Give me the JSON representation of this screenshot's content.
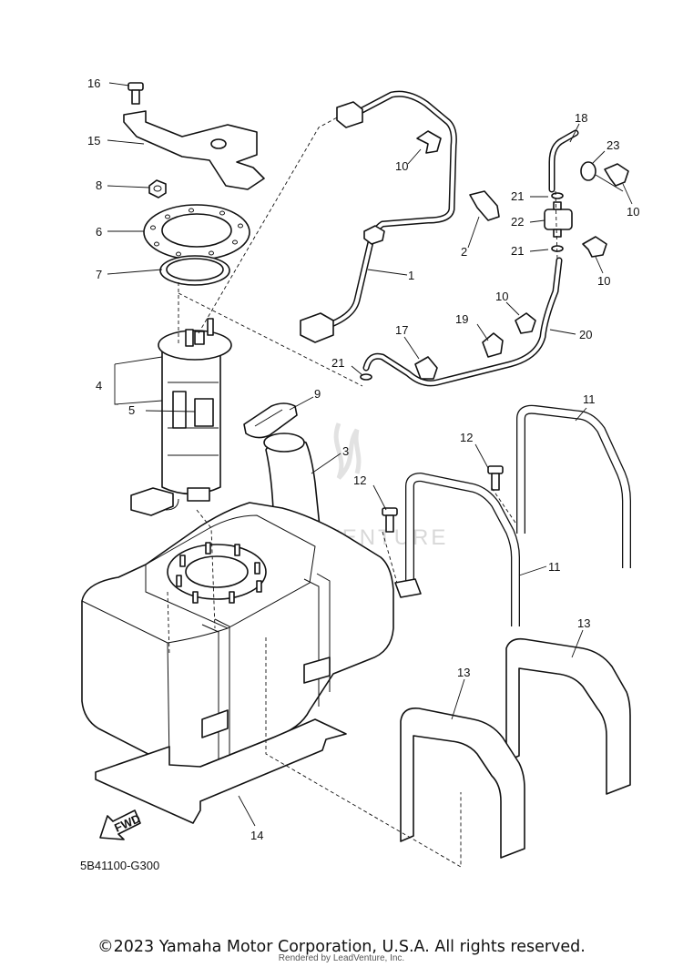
{
  "diagram": {
    "callouts": [
      "1",
      "2",
      "3",
      "4",
      "5",
      "6",
      "7",
      "8",
      "9",
      "10",
      "10",
      "10",
      "10",
      "11",
      "11",
      "12",
      "12",
      "13",
      "13",
      "14",
      "15",
      "16",
      "17",
      "18",
      "19",
      "20",
      "21",
      "21",
      "21",
      "22",
      "23"
    ],
    "fwd_label": "FWD",
    "drawing_code": "5B41100-G300",
    "watermark": "LEADVENTURE"
  },
  "footer": {
    "copyright": "©2023 Yamaha Motor Corporation, U.S.A. All rights reserved.",
    "rendered_by": "Rendered by LeadVenture, Inc."
  }
}
